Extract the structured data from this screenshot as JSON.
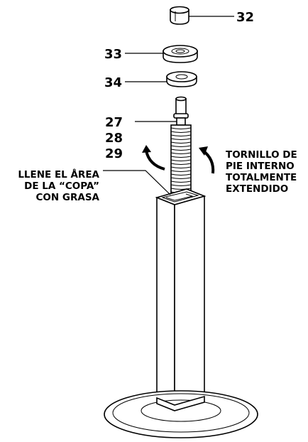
{
  "callouts": {
    "c32": "32",
    "c33": "33",
    "c34": "34",
    "c27": "27",
    "c28": "28",
    "c29": "29"
  },
  "left_note": {
    "line1": "LLENE EL ÅREA",
    "line2": "DE LA “COPA”",
    "line3": "CON GRASA"
  },
  "right_note": {
    "line1": "TORNILLO DE",
    "line2": "PIE INTERNO",
    "line3": "TOTALMENTE",
    "line4": "EXTENDIDO"
  },
  "colors": {
    "line": "#000000",
    "background": "#ffffff"
  }
}
